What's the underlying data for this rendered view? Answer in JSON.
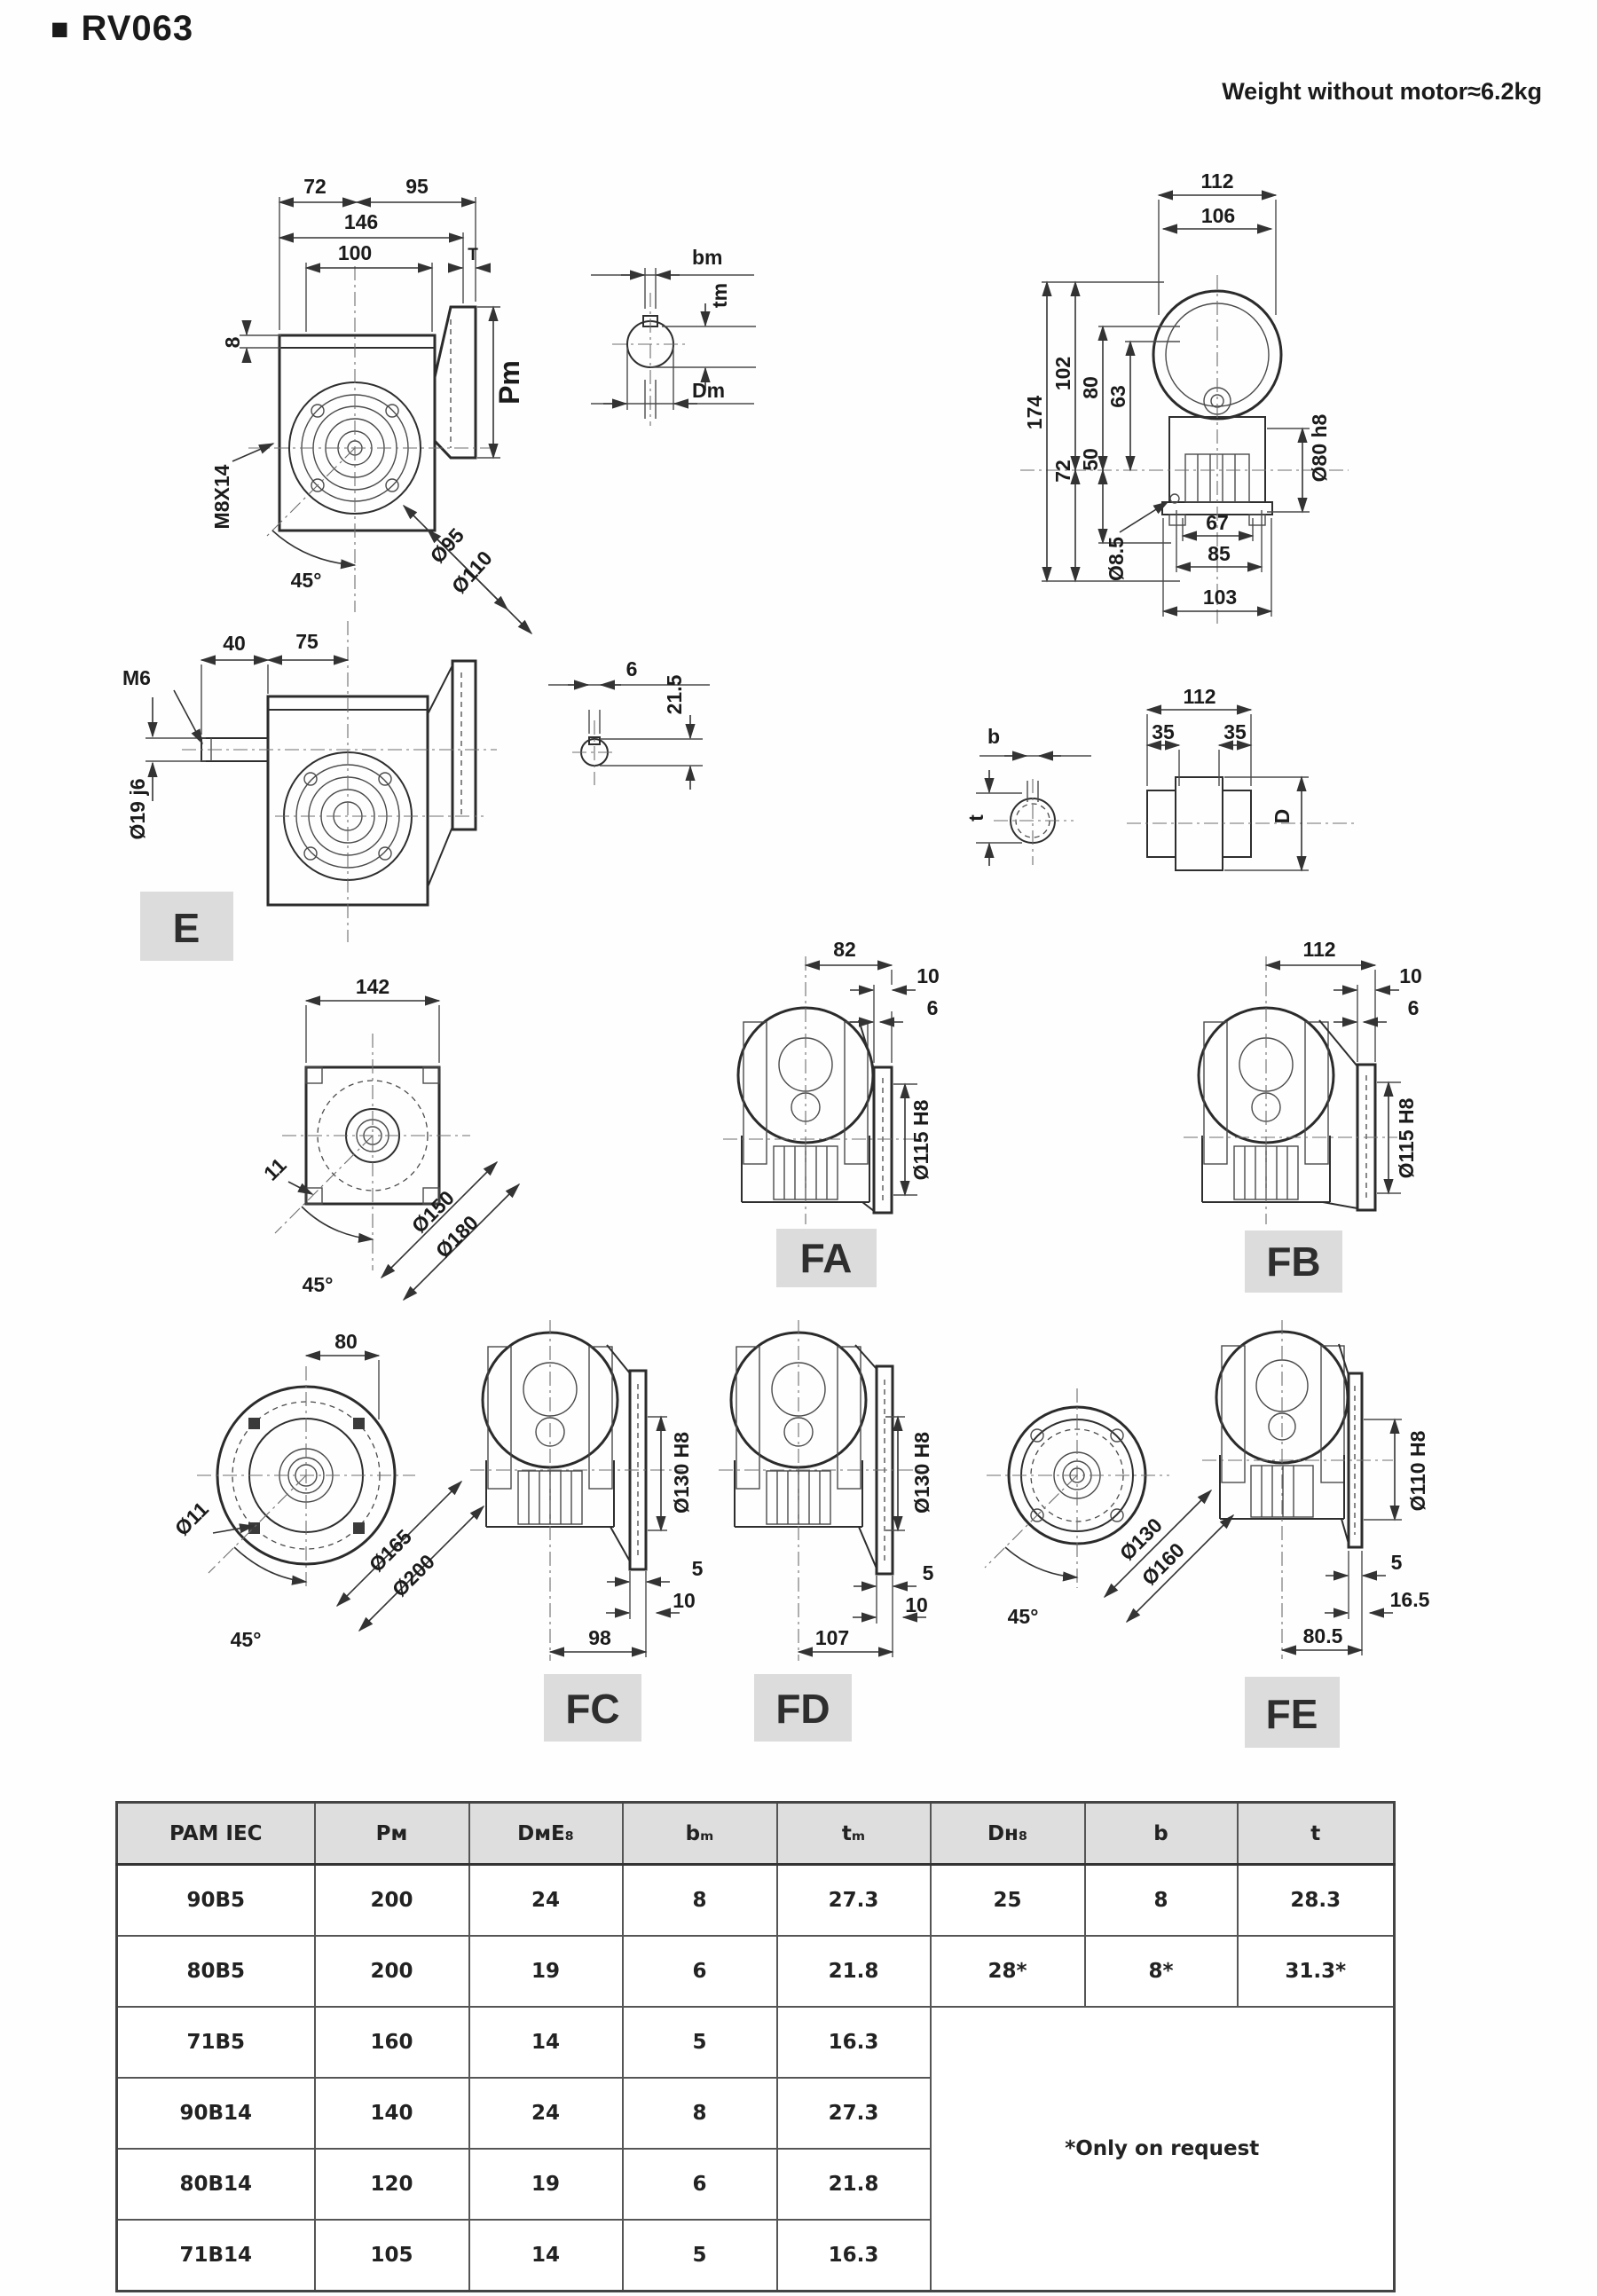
{
  "page": {
    "bullet": "■",
    "title": "RV063",
    "weight_note": "Weight without motor≈6.2kg"
  },
  "drawings": {
    "ov": {
      "t72": "72",
      "t95": "95",
      "t146": "146",
      "t100": "100",
      "tT": "T",
      "l8": "8",
      "rPm": "Pm",
      "lM8": "M8X14",
      "a45": "45°",
      "c95": "Ø95",
      "c110": "Ø110"
    },
    "ms": {
      "bm": "bm",
      "tm": "tm",
      "dm": "Dm"
    },
    "rv": {
      "t112": "112",
      "t106": "106",
      "l174": "174",
      "l102": "102",
      "l80": "80",
      "l63": "63",
      "l72": "72",
      "l50": "50",
      "r80h8": "Ø80 h8",
      "d85": "Ø8.5",
      "b67": "67",
      "b85": "85",
      "b103": "103"
    },
    "ev": {
      "t40": "40",
      "t75": "75",
      "m6": "M6",
      "s19": "Ø19 j6",
      "label": "E"
    },
    "is": {
      "w6": "6",
      "h215": "21.5"
    },
    "hb": {
      "b": "b",
      "t": "t"
    },
    "hs": {
      "t112": "112",
      "l35": "35",
      "r35": "35",
      "d": "D"
    },
    "fa": {
      "t82": "82",
      "o10": "10",
      "o6": "6",
      "bore": "Ø115 H8",
      "label": "FA"
    },
    "fb": {
      "t112": "112",
      "o10": "10",
      "o6": "6",
      "bore": "Ø115 H8",
      "label": "FB"
    },
    "sf": {
      "t142": "142",
      "h11": "11",
      "a45": "45°",
      "c150": "Ø150",
      "c180": "Ø180"
    },
    "rc": {
      "t80": "80",
      "h11": "Ø11",
      "c165": "Ø165",
      "c200": "Ø200",
      "a45": "45°"
    },
    "fc": {
      "bore": "Ø130 H8",
      "o5": "5",
      "o10": "10",
      "d98": "98",
      "label": "FC"
    },
    "fd": {
      "bore": "Ø130 H8",
      "o5": "5",
      "o10": "10",
      "d107": "107",
      "label": "FD"
    },
    "re": {
      "c130": "Ø130",
      "c160": "Ø160",
      "a45": "45°"
    },
    "fe": {
      "bore": "Ø110 H8",
      "o5": "5",
      "o165": "16.5",
      "d805": "80.5",
      "label": "FE"
    }
  },
  "table": {
    "headers": [
      "PAM IEC",
      "Pᴍ",
      "DᴍE₈",
      "bₘ",
      "tₘ",
      "Dʜ₈",
      "b",
      "t"
    ],
    "rows": [
      [
        "90B5",
        "200",
        "24",
        "8",
        "27.3",
        "25",
        "8",
        "28.3"
      ],
      [
        "80B5",
        "200",
        "19",
        "6",
        "21.8",
        "28*",
        "8*",
        "31.3*"
      ],
      [
        "71B5",
        "160",
        "14",
        "5",
        "16.3"
      ],
      [
        "90B14",
        "140",
        "24",
        "8",
        "27.3"
      ],
      [
        "80B14",
        "120",
        "19",
        "6",
        "21.8"
      ],
      [
        "71B14",
        "105",
        "14",
        "5",
        "16.3"
      ]
    ],
    "note": "*Only on request"
  }
}
